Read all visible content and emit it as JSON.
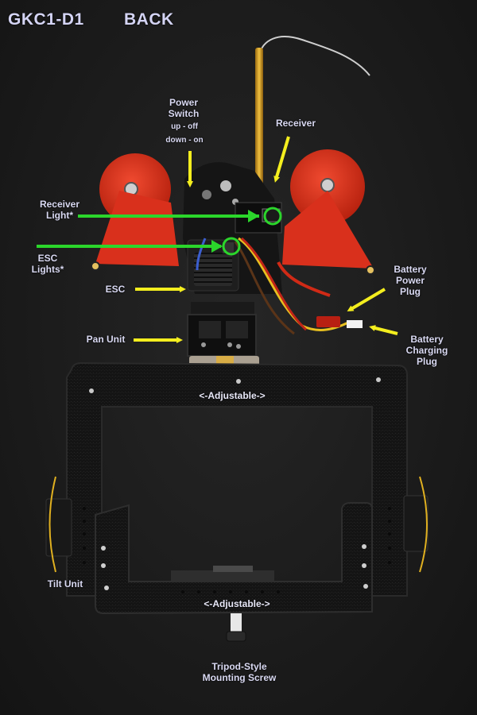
{
  "title": {
    "model": "GKC1-D1",
    "side": "BACK"
  },
  "labels": {
    "power_switch": "Power\nSwitch",
    "power_switch_up": "up - off",
    "power_switch_down": "down - on",
    "receiver": "Receiver",
    "receiver_light": "Receiver\nLight*",
    "esc_lights": "ESC\nLights*",
    "esc": "ESC",
    "pan_unit": "Pan Unit",
    "battery_power_plug": "Battery\nPower\nPlug",
    "battery_charging_plug": "Battery\nCharging\nPlug",
    "adjustable_top": "<-Adjustable->",
    "adjustable_bottom": "<-Adjustable->",
    "tilt_unit": "Tilt Unit",
    "tripod_screw": "Tripod-Style\nMounting Screw"
  },
  "colors": {
    "label_text": "#d9d9f2",
    "arrow_yellow": "#f4ee1e",
    "arrow_green": "#2bd62b",
    "background": "#1e1e1e",
    "wheel_red": "#e0321e",
    "frame_black": "#121212"
  },
  "icons": {
    "arrows": "arrow-icon",
    "indicator_circles": "circle-marker-icon"
  }
}
